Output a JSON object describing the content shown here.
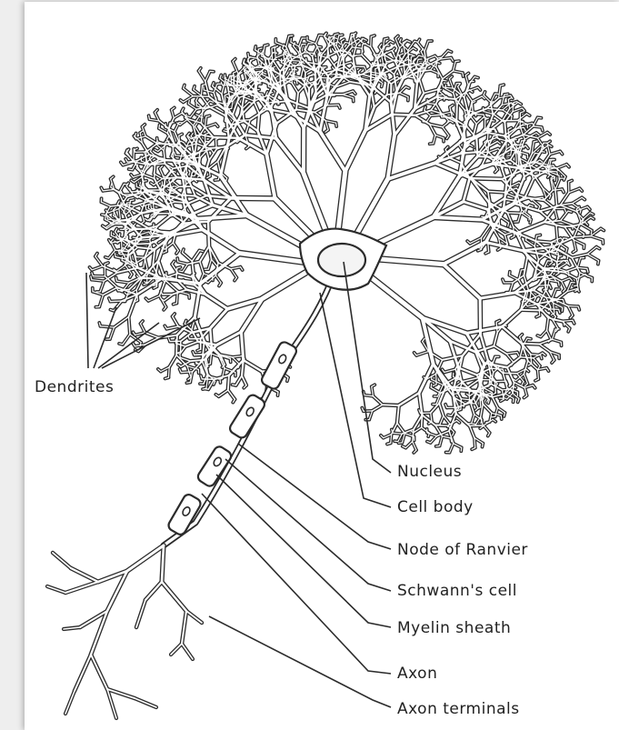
{
  "diagram": {
    "labels": {
      "dendrites": "Dendrites",
      "nucleus": "Nucleus",
      "cell_body": "Cell body",
      "node_of_ranvier": "Node of Ranvier",
      "schwanns_cell": "Schwann's cell",
      "myelin_sheath": "Myelin sheath",
      "axon": "Axon",
      "axon_terminals": "Axon terminals"
    }
  }
}
